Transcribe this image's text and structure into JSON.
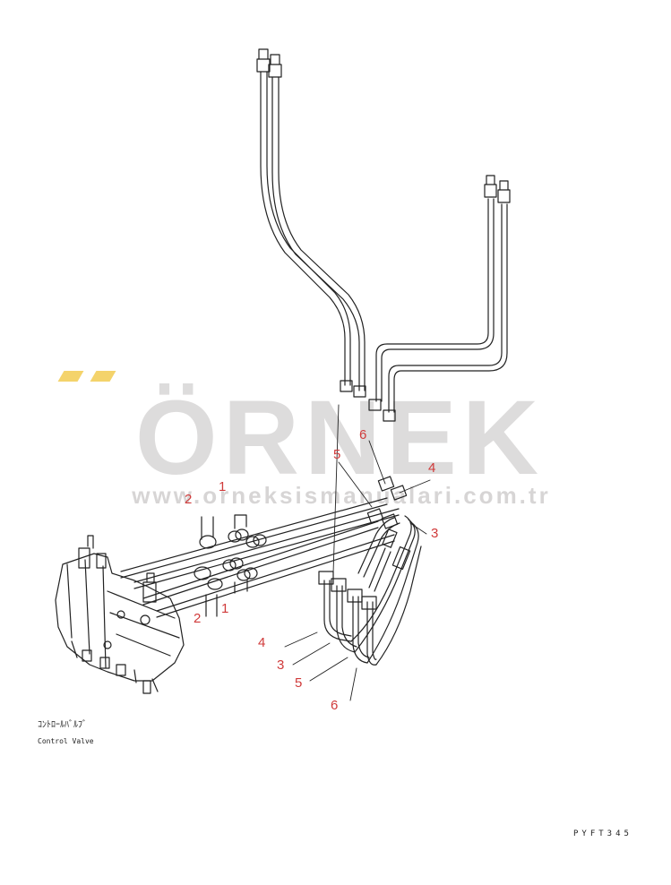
{
  "watermark": {
    "brand": "ÖRNEK",
    "url": "www.orneksismanualari.com.tr",
    "accent_color": "#f4d36b",
    "text_color": "#d8d6d6"
  },
  "callouts": {
    "c1a": "1",
    "c2a": "2",
    "c1b": "1",
    "c2b": "2",
    "c3a": "3",
    "c4a": "4",
    "c5a": "5",
    "c6a": "6",
    "c3b": "3",
    "c4b": "4",
    "c5b": "5",
    "c6b": "6"
  },
  "labels": {
    "component_jp": "ｺﾝﾄﾛｰﾙﾊﾞﾙﾌﾞ",
    "component_en": "Control Valve",
    "drawing_code": "PYFT345"
  },
  "colors": {
    "line": "#222222",
    "callout": "#d03a3a"
  }
}
